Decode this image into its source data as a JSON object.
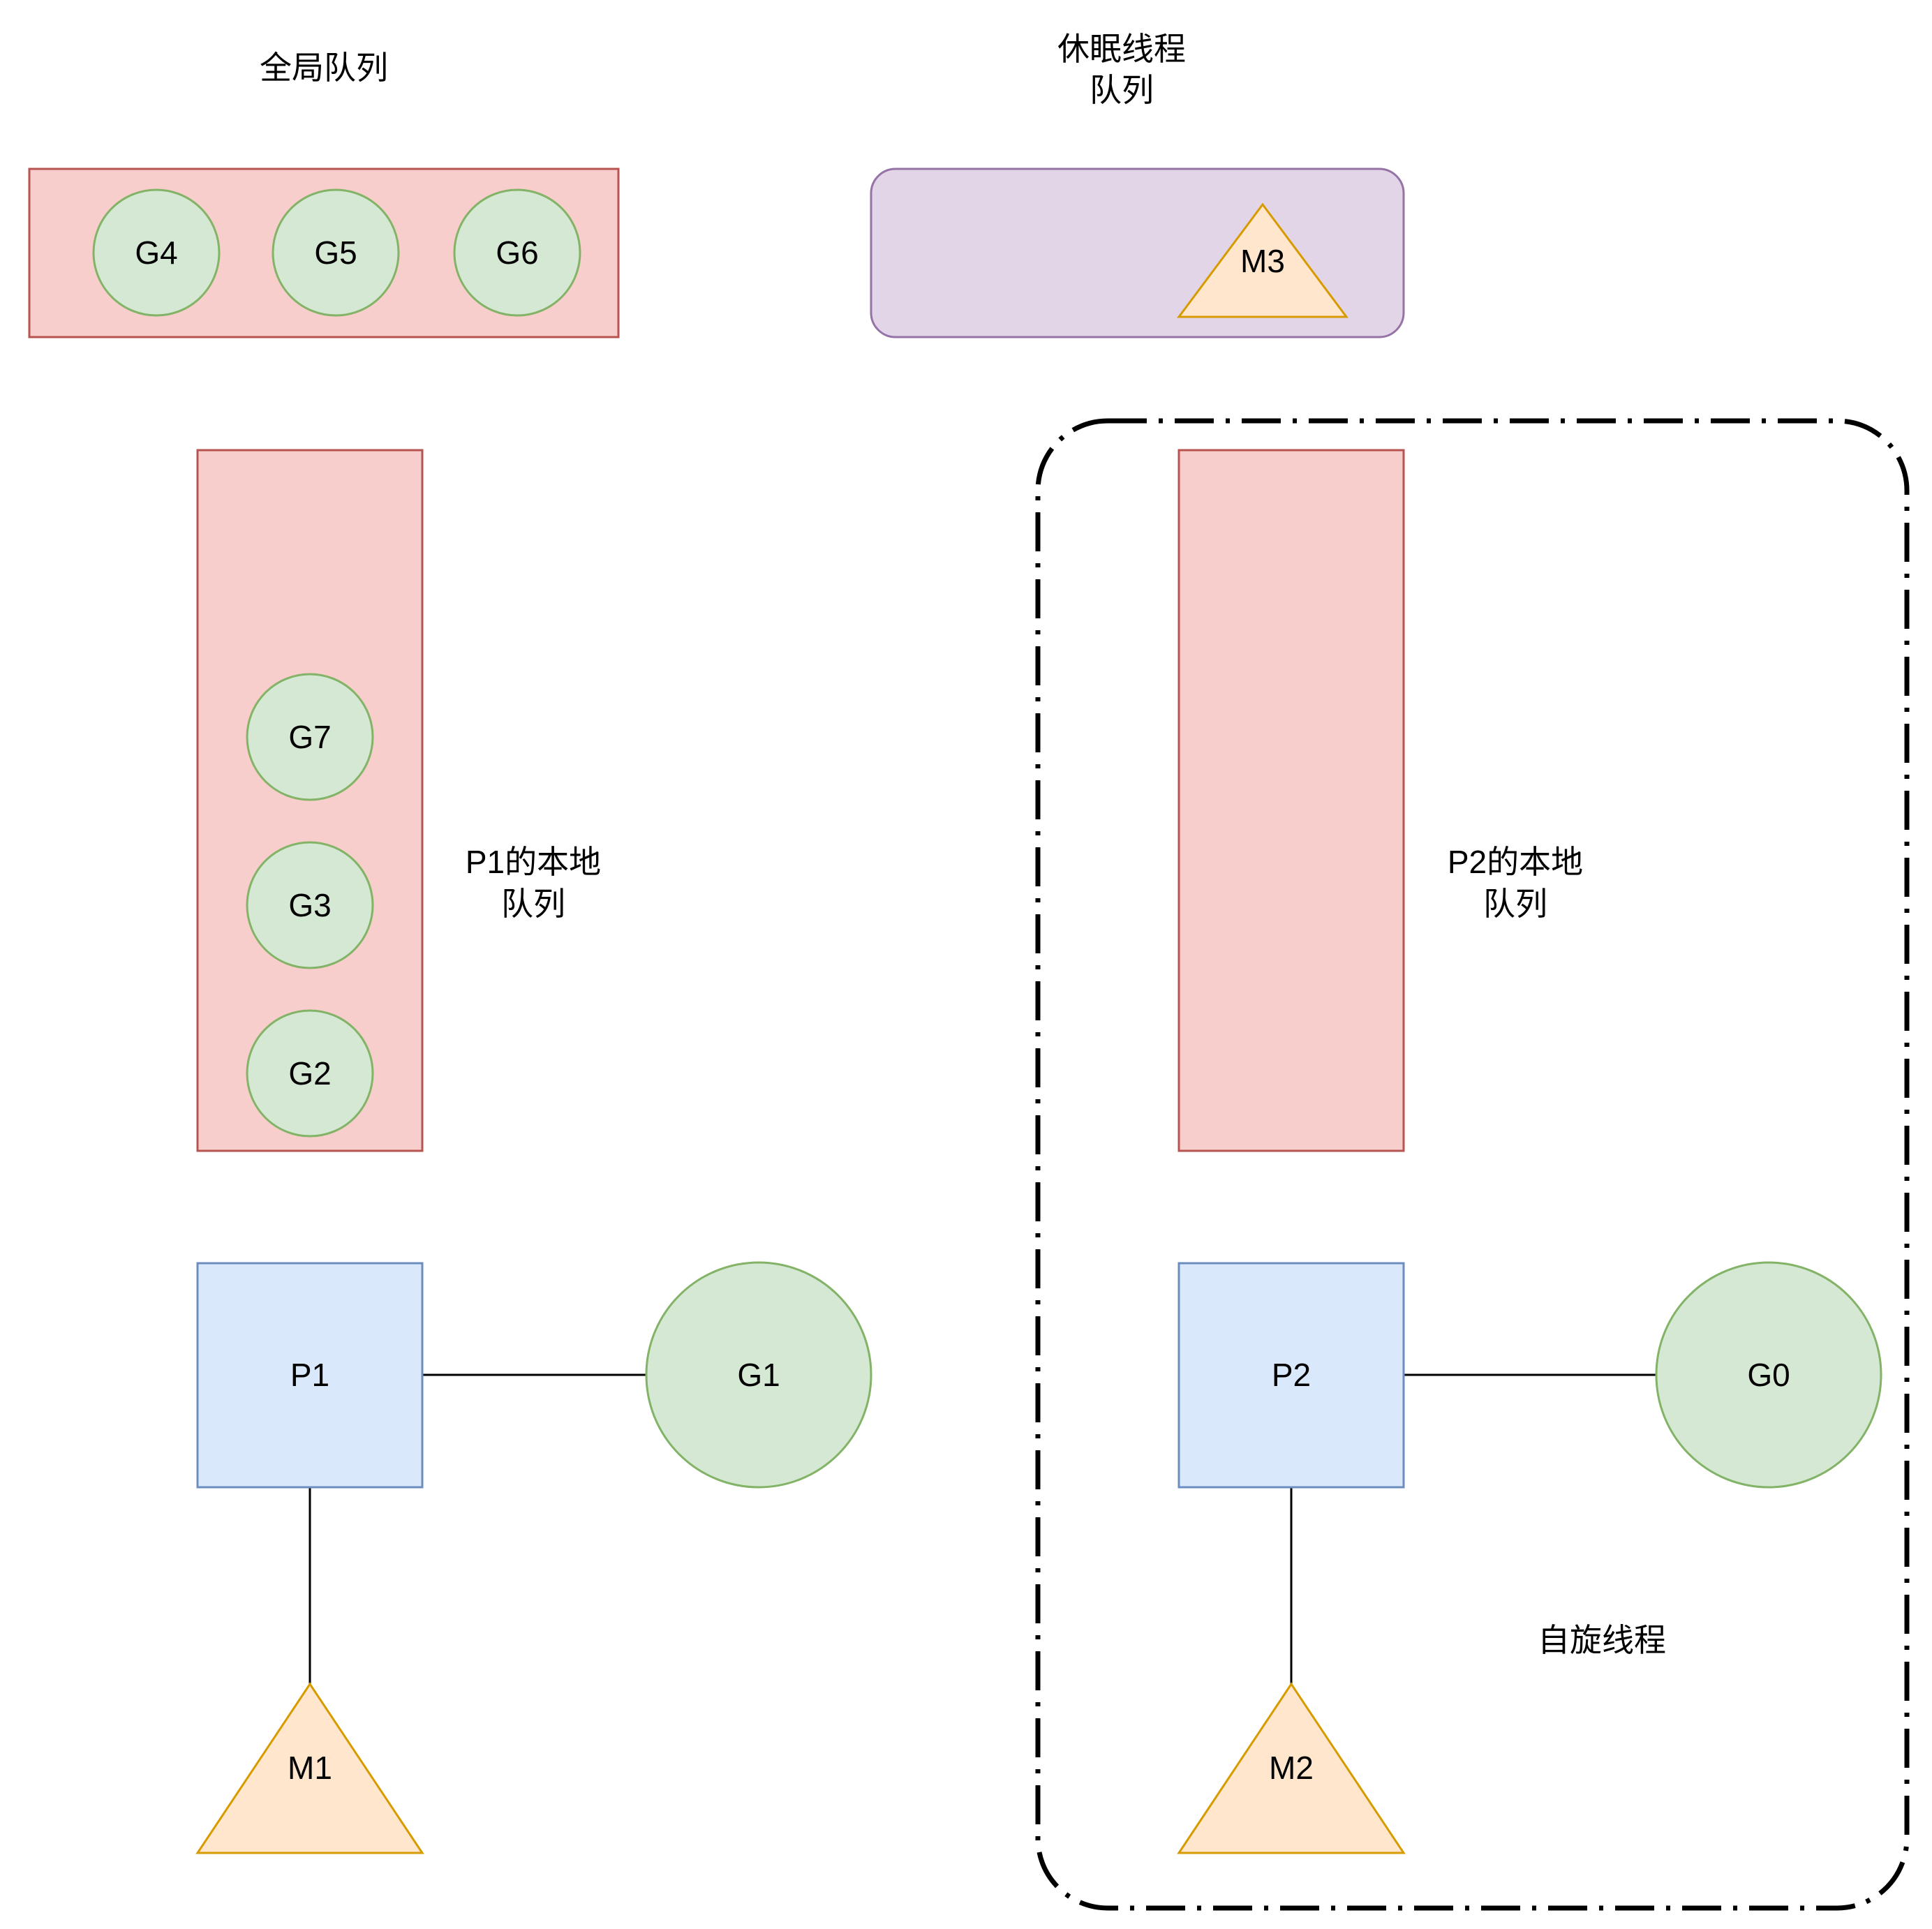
{
  "labels": {
    "global_queue": "全局队列",
    "sleep_queue_line1": "休眠线程",
    "sleep_queue_line2": "队列",
    "p1_local_line1": "P1的本地",
    "p1_local_line2": "队列",
    "p2_local_line1": "P2的本地",
    "p2_local_line2": "队列",
    "spinning": "自旋线程"
  },
  "nodes": {
    "g4": "G4",
    "g5": "G5",
    "g6": "G6",
    "m3": "M3",
    "g7": "G7",
    "g3": "G3",
    "g2": "G2",
    "p1": "P1",
    "g1": "G1",
    "m1": "M1",
    "p2": "P2",
    "g0": "G0",
    "m2": "M2"
  },
  "colors": {
    "queue_fill": "#f8cecc",
    "queue_stroke": "#b85450",
    "goroutine_fill": "#d5e8d4",
    "goroutine_stroke": "#82b366",
    "processor_fill": "#dae8fc",
    "processor_stroke": "#6c8ebf",
    "machine_fill": "#ffe6cc",
    "machine_stroke": "#d79b00",
    "sleep_queue_fill": "#e1d5e7",
    "sleep_queue_stroke": "#9673a6"
  }
}
